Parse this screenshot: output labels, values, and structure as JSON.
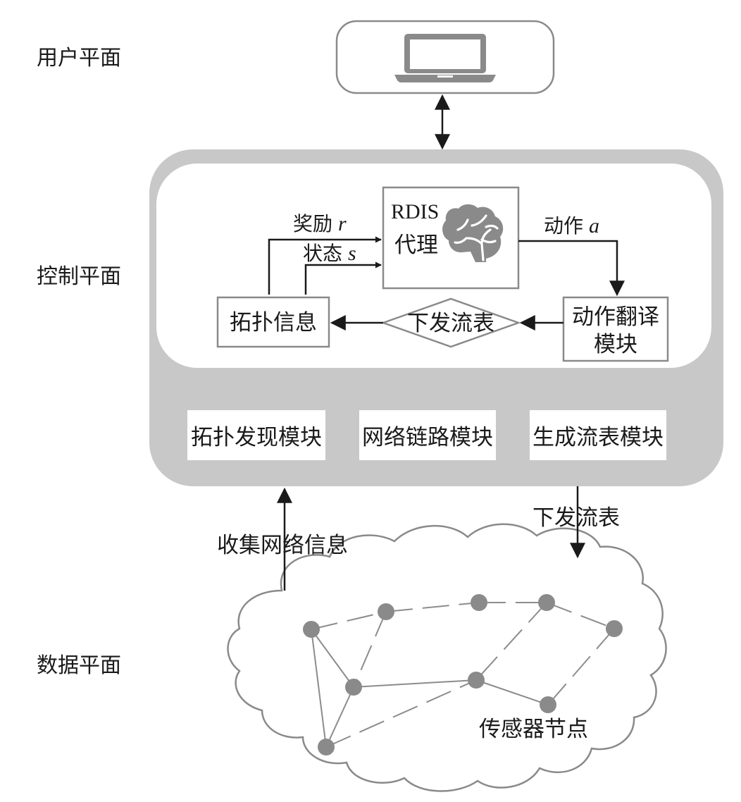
{
  "planes": {
    "user": "用户平面",
    "control": "控制平面",
    "data": "数据平面"
  },
  "agent": {
    "name": "RDIS",
    "role": "代理",
    "icon": "brain-icon"
  },
  "flows": {
    "reward_word": "奖励",
    "reward_symbol": "r",
    "state_word": "状态",
    "state_symbol": "s",
    "action_word": "动作",
    "action_symbol": "a",
    "issue_flow_inner": "下发流表",
    "issue_flow_outer": "下发流表",
    "collect_info": "收集网络信息"
  },
  "boxes": {
    "topology_info": "拓扑信息",
    "action_translate_line1": "动作翻译",
    "action_translate_line2": "模块"
  },
  "modules": {
    "topology_discovery": "拓扑发现模块",
    "network_link": "网络链路模块",
    "flow_generation": "生成流表模块"
  },
  "network": {
    "sensor_nodes_label": "传感器节点"
  },
  "colors": {
    "control_frame": "#c8c8c9",
    "box_stroke": "#8a8a8a",
    "node_fill": "#8a8a8a",
    "arrow": "#1a1a1a"
  }
}
